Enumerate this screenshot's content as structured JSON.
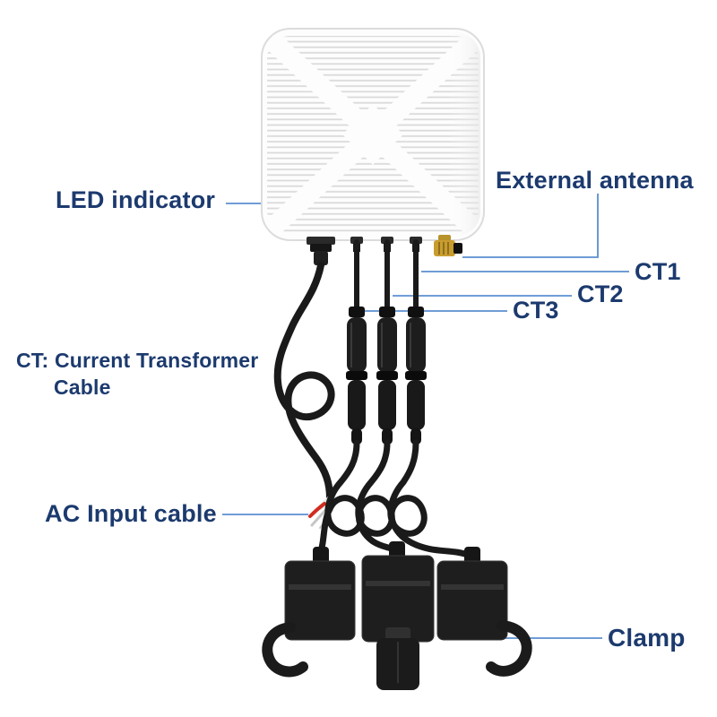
{
  "labels": {
    "led_indicator": "LED indicator",
    "external_antenna": "External antenna",
    "ct1": "CT1",
    "ct2": "CT2",
    "ct3": "CT3",
    "ct_note_line1": "CT: Current Transformer",
    "ct_note_line2": "Cable",
    "ac_input_cable": "AC Input cable",
    "clamp": "Clamp"
  },
  "colors": {
    "label-text": "#1c3a6e",
    "leader-line": "#5b8fd0",
    "antenna-gold": "#c99c2e",
    "wire-red": "#d22b20",
    "wire-bare": "#c6c6c6",
    "cable-black": "#1a1a1a",
    "device-fill": "#fdfdfd",
    "device-stroke": "#dcdcdc",
    "fin-line": "#d9d9d9"
  }
}
